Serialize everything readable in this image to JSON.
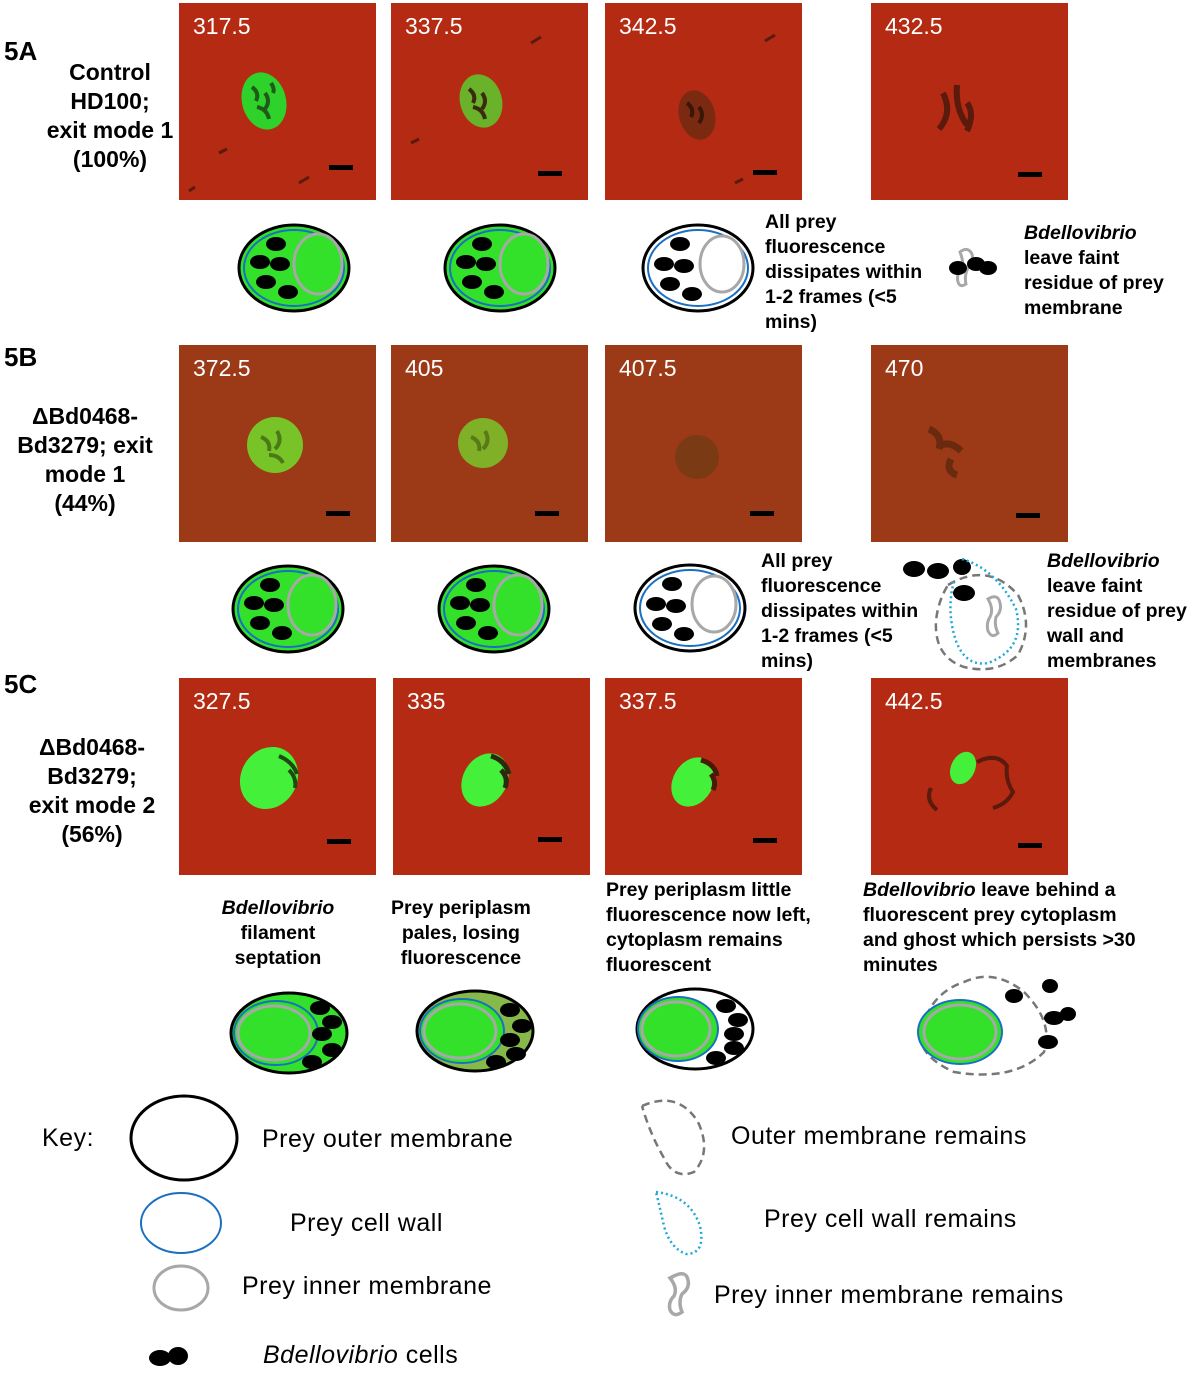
{
  "rows": [
    {
      "id": "5A",
      "condition": [
        "Control",
        "HD100;",
        "exit mode 1",
        "(100%)"
      ],
      "timepoints": [
        "317.5",
        "337.5",
        "342.5",
        "432.5"
      ],
      "notes": [
        {
          "lines": [
            "All prey",
            "fluorescence",
            "dissipates within",
            "1-2 frames (<5",
            "mins)"
          ]
        },
        {
          "lead": "Bdellovibrio",
          "lines": [
            "leave faint",
            "residue of prey",
            "membrane"
          ]
        }
      ]
    },
    {
      "id": "5B",
      "condition": [
        "ΔBd0468-",
        "Bd3279; exit",
        "mode 1",
        "(44%)"
      ],
      "timepoints": [
        "372.5",
        "405",
        "407.5",
        "470"
      ],
      "notes": [
        {
          "lines": [
            "All prey",
            "fluorescence",
            "dissipates within",
            "1-2 frames (<5",
            "mins)"
          ]
        },
        {
          "lead": "Bdellovibrio",
          "lines": [
            "leave faint",
            "residue of prey",
            "wall and",
            "membranes"
          ]
        }
      ]
    },
    {
      "id": "5C",
      "condition": [
        "ΔBd0468-",
        "Bd3279;",
        "exit mode 2",
        "(56%)"
      ],
      "timepoints": [
        "327.5",
        "335",
        "337.5",
        "442.5"
      ],
      "captions": [
        {
          "lead": "Bdellovibrio",
          "lines": [
            "filament",
            "septation"
          ]
        },
        {
          "lines": [
            "Prey periplasm",
            "pales, losing",
            "fluorescence"
          ]
        },
        {
          "lines": [
            "Prey periplasm little",
            "fluorescence now left,",
            "cytoplasm remains",
            "fluorescent"
          ]
        },
        {
          "lead": "Bdellovibrio",
          "lines": [
            "leave behind a",
            "fluorescent  prey cytoplasm",
            "and ghost which persists >30",
            "minutes"
          ]
        }
      ]
    }
  ],
  "key": {
    "title": "Key:",
    "items": [
      {
        "symbol": "outer-membrane",
        "label": "Prey outer membrane"
      },
      {
        "symbol": "cell-wall",
        "label": "Prey cell wall"
      },
      {
        "symbol": "inner-membrane",
        "label": "Prey inner membrane"
      },
      {
        "symbol": "bdellovibrio-cells",
        "label_italic": "Bdellovibrio",
        "label": " cells"
      },
      {
        "symbol": "outer-membrane-remains",
        "label": "Outer membrane remains"
      },
      {
        "symbol": "cell-wall-remains",
        "label": "Prey cell wall remains"
      },
      {
        "symbol": "inner-membrane-remains",
        "label": "Prey inner membrane remains"
      }
    ]
  },
  "colors": {
    "micrograph_red": "#b42a12",
    "fluorescent_green": "#33e02a",
    "pale_green": "#86b84a",
    "outer_membrane": "#000000",
    "cell_wall": "#1a6fc0",
    "inner_membrane": "#a8a8a8",
    "cell_wall_remains": "#1fa8d8",
    "outer_membrane_remains": "#777777"
  }
}
